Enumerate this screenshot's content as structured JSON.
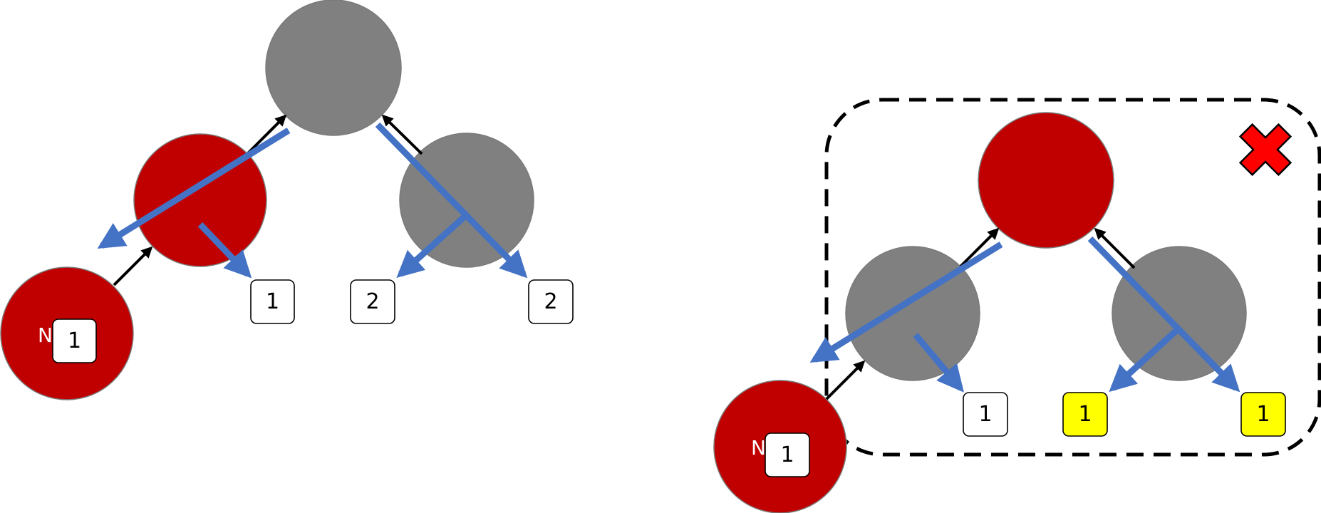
{
  "colors": {
    "red_node": "#C00000",
    "gray_node": "#808080",
    "blue_arrow": "#4472C4",
    "yellow_badge": "#FFFF00",
    "white_badge": "#FFFFFF",
    "cross": "#FF0000"
  },
  "left_tree": {
    "new_node_label": "N",
    "badges": [
      "1",
      "1",
      "2",
      "2"
    ]
  },
  "right_tree": {
    "new_node_label": "N",
    "badges": [
      "1",
      "1",
      "1",
      "1"
    ],
    "invalid_marker_icon": "red-x-icon"
  }
}
